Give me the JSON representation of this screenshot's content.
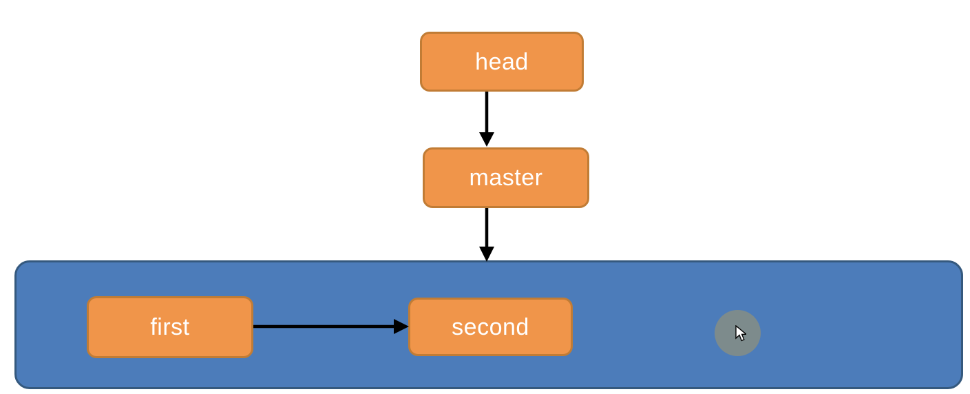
{
  "diagram": {
    "nodes": {
      "head": {
        "label": "head"
      },
      "master": {
        "label": "master"
      },
      "first": {
        "label": "first"
      },
      "second": {
        "label": "second"
      }
    },
    "container": {
      "role": "commit-row-container"
    },
    "edges": [
      {
        "from": "head",
        "to": "master",
        "direction": "down"
      },
      {
        "from": "master",
        "to": "commit-row-container",
        "direction": "down"
      },
      {
        "from": "first",
        "to": "second",
        "direction": "right"
      }
    ],
    "colors": {
      "node_fill": "#F0954A",
      "node_border": "#C17C35",
      "node_text": "#FFFFFF",
      "container_fill": "#4C7CBA",
      "container_border": "#35597E",
      "arrow": "#000000",
      "background": "#FFFFFF",
      "cursor_highlight": "#7F8B8A"
    },
    "cursor": {
      "visible": true
    }
  }
}
